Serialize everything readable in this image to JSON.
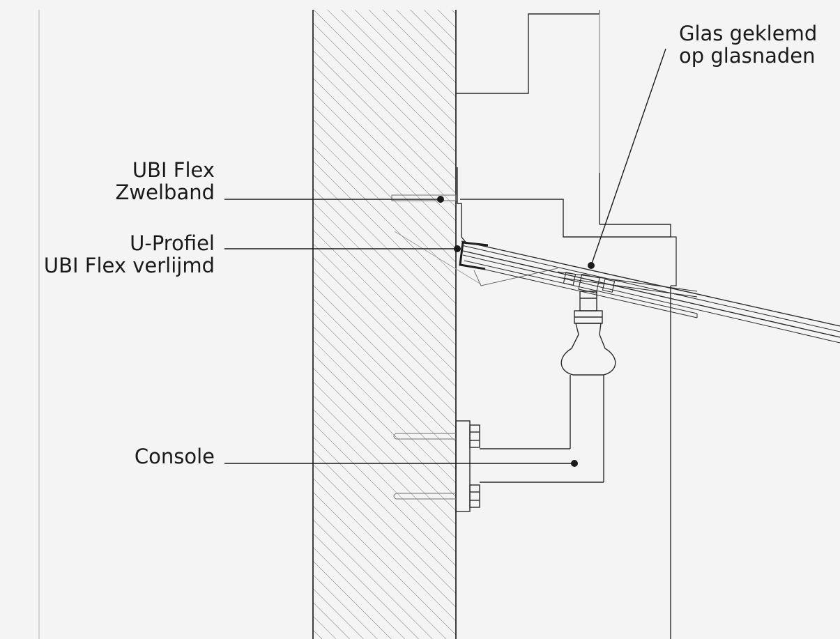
{
  "labels": {
    "zwelband": {
      "line1": "UBI Flex",
      "line2": "Zwelband"
    },
    "uprofiel": {
      "line1": "U-Profiel",
      "line2": "UBI Flex verlijmd"
    },
    "console": {
      "line1": "Console"
    },
    "glas": {
      "line1": "Glas geklemd",
      "line2": "op glasnaden"
    }
  },
  "colors": {
    "background": "#f4f4f4",
    "line": "#2a2a2a",
    "thin_line": "#6e6e6e",
    "hatch": "#7a7a7a",
    "guide": "#c8c8c8"
  }
}
